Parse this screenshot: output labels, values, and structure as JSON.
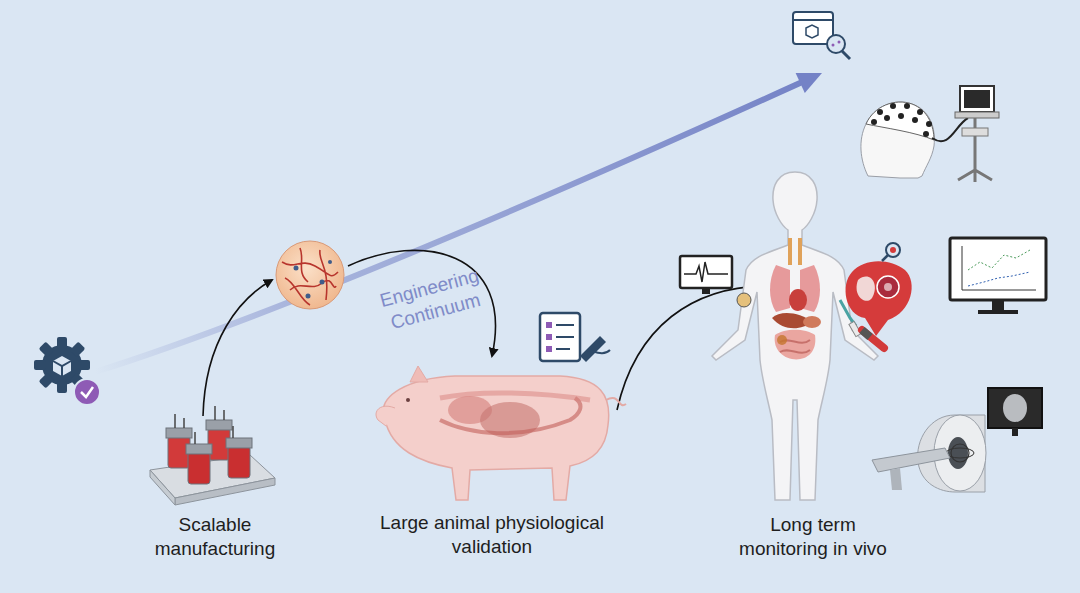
{
  "diagram": {
    "labels": [
      "Engineering Continuum",
      "Scalable manufacturing",
      "Large animal physiological validation",
      "Long term monitoring in vivo"
    ]
  }
}
